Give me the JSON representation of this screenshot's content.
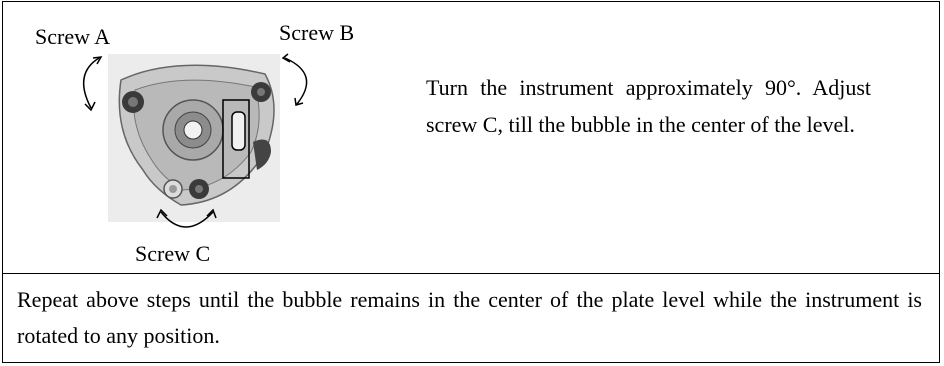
{
  "figure": {
    "label_a": "Screw A",
    "label_b": "Screw B",
    "label_c": "Screw C",
    "image_description": "tribrach-leveling-base"
  },
  "step": {
    "text": "Turn the instrument approximately 90°. Adjust screw C, till the bubble in the center of the level."
  },
  "note": {
    "text": "Repeat above steps until the bubble remains in the center of the plate level while the instrument is rotated to any position."
  }
}
